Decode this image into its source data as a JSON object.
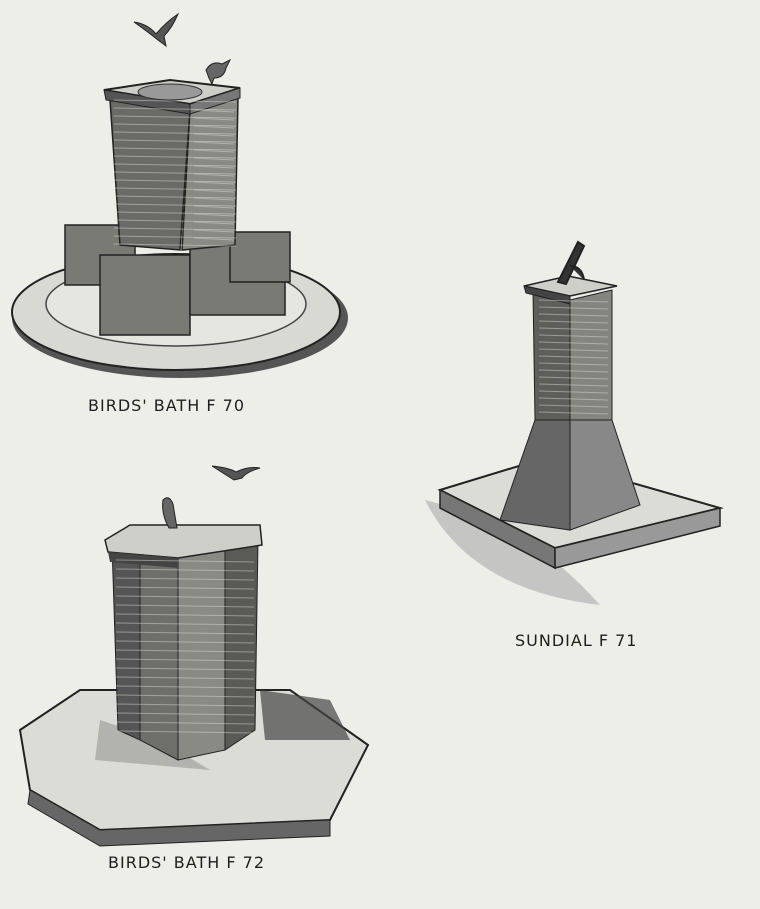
{
  "page": {
    "colors": {
      "paper": "#eeeee9",
      "ink": "#1e1e1e",
      "brick_dark": "#3a3a3a",
      "brick_light": "#d8d8d2"
    },
    "items": [
      {
        "caption": "BIRDS' BATH F 70",
        "illustration": "birds-bath-f70"
      },
      {
        "caption": "SUNDIAL F 71",
        "illustration": "sundial-f71"
      },
      {
        "caption": "BIRDS' BATH F 72",
        "illustration": "birds-bath-f72"
      }
    ]
  }
}
